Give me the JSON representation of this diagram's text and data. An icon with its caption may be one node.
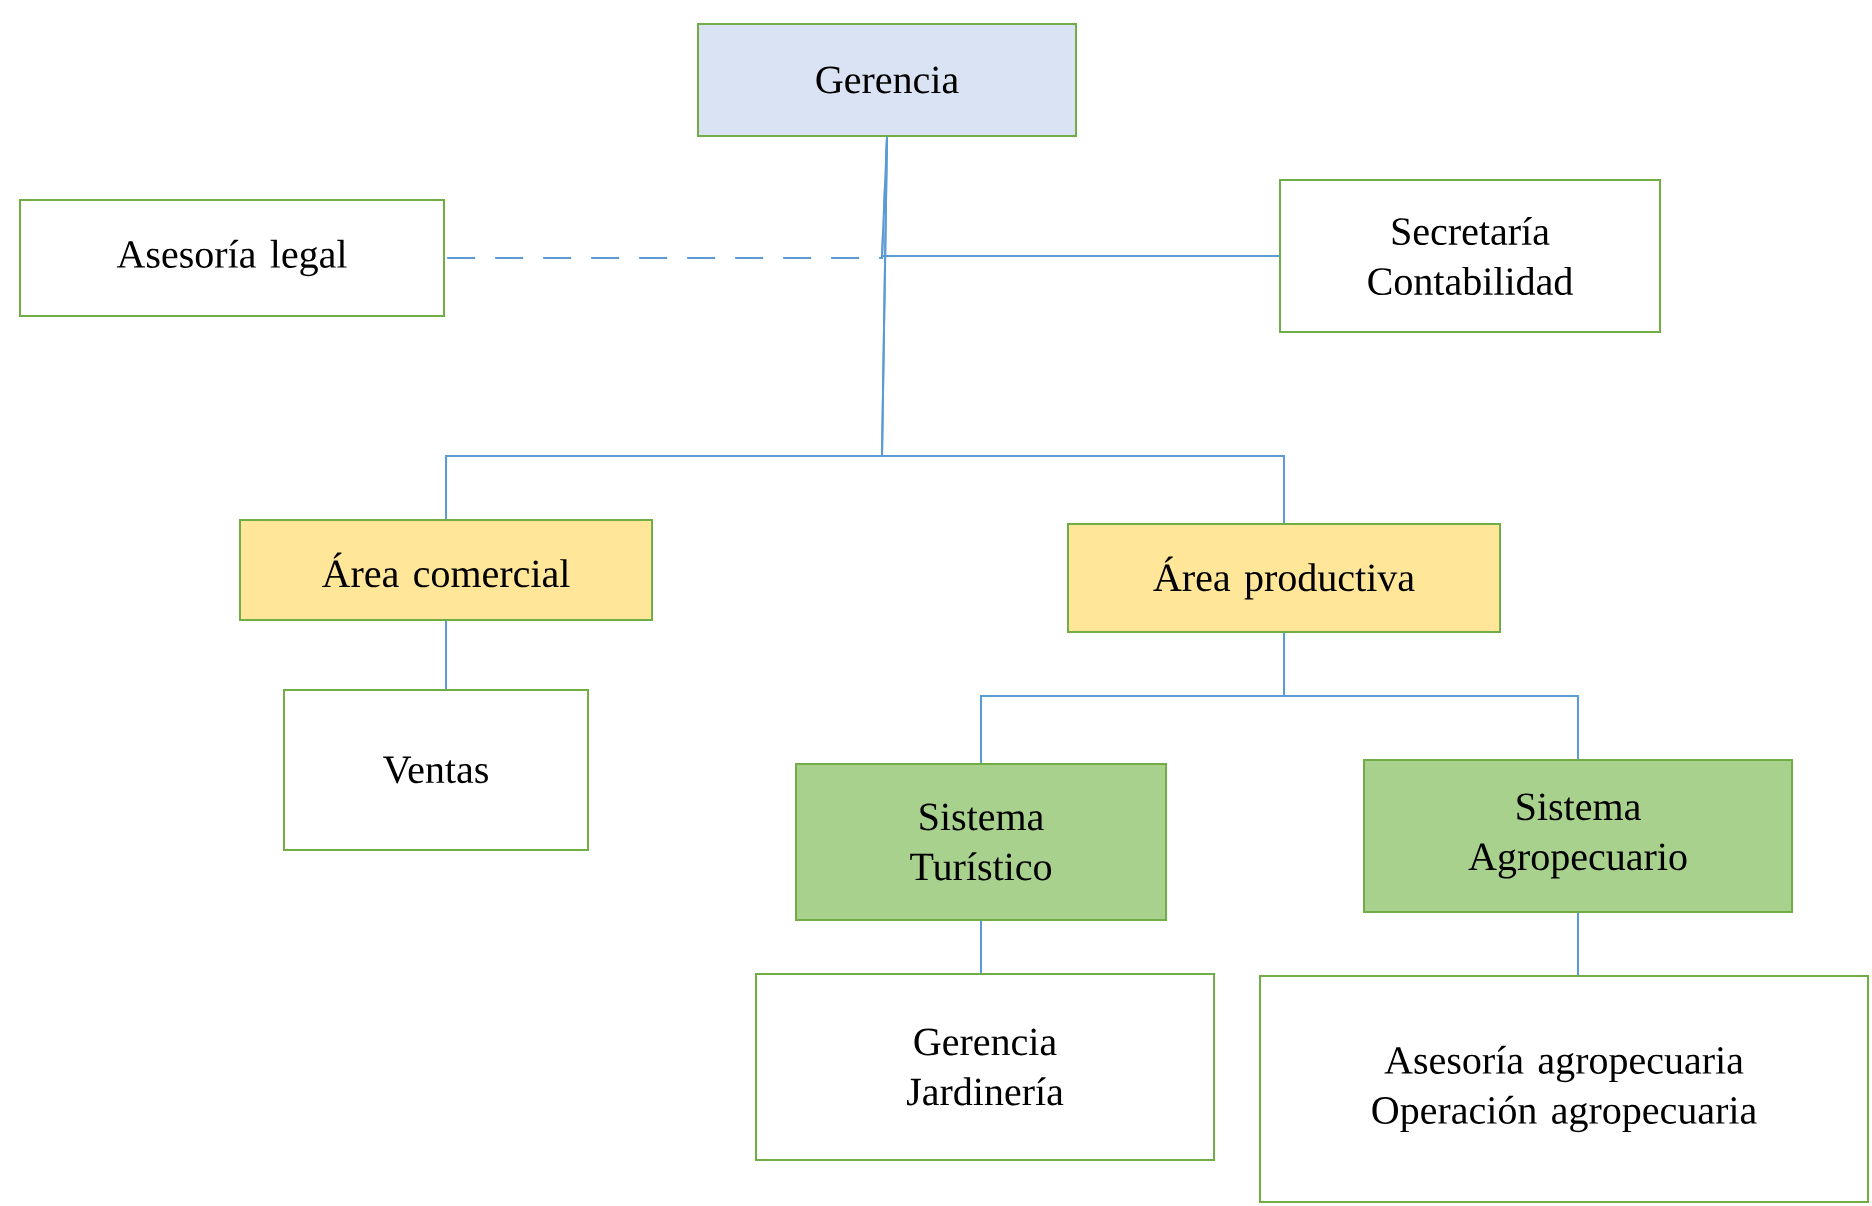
{
  "diagram": {
    "nodes": [
      {
        "text": [
          "Gerencia"
        ]
      },
      {
        "text": [
          "Asesoría legal"
        ]
      },
      {
        "text": [
          "Secretaría Contabilidad"
        ]
      },
      {
        "text": [
          "Área comercial"
        ]
      },
      {
        "text": [
          "Área productiva"
        ]
      },
      {
        "text": [
          "Ventas"
        ]
      },
      {
        "text": [
          "Sistema Turístico"
        ]
      },
      {
        "text": [
          "Sistema Agropecuario"
        ]
      },
      {
        "text": [
          "Gerencia Jardinería"
        ]
      },
      {
        "text": [
          "Asesoría agropecuaria Operación agropecuaria"
        ]
      }
    ],
    "edges": [
      {
        "from": 0,
        "to": 1,
        "arrow": "none",
        "style": "dashed"
      },
      {
        "from": 0,
        "to": 2,
        "arrow": "none"
      },
      {
        "from": 0,
        "to": 3,
        "arrow": "none"
      },
      {
        "from": 0,
        "to": 4,
        "arrow": "none"
      },
      {
        "from": 3,
        "to": 5,
        "arrow": "none"
      },
      {
        "from": 4,
        "to": 6,
        "arrow": "none"
      },
      {
        "from": 4,
        "to": 7,
        "arrow": "none"
      },
      {
        "from": 6,
        "to": 8,
        "arrow": "none"
      },
      {
        "from": 7,
        "to": 9,
        "arrow": "none"
      }
    ]
  }
}
